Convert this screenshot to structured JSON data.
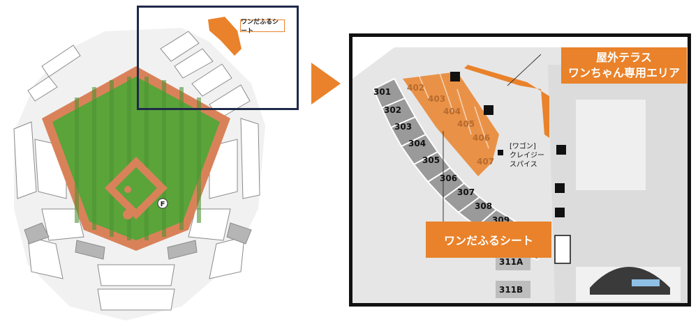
{
  "overview": {
    "small_label": "ワンだふるシート",
    "foul_pole_letter": "F"
  },
  "detail": {
    "terrace_callout": [
      "屋外テラス",
      "ワンちゃん専用エリア"
    ],
    "seat_callout": "ワンだふるシート",
    "shop_label": [
      "[ワゴン]",
      "クレイジー",
      "スパイス"
    ],
    "gray_sections": [
      "301",
      "302",
      "303",
      "304",
      "305",
      "306",
      "307",
      "308",
      "309"
    ],
    "orange_sections": [
      "402",
      "403",
      "404",
      "405",
      "406",
      "407"
    ],
    "lower_sections": [
      "311A",
      "311B"
    ]
  },
  "colors": {
    "accent": "#e9822a",
    "frame": "#1f2a4a",
    "grass": "#5aa43a",
    "dirt": "#d9825a",
    "seat_gray": "#9a9a9a"
  }
}
